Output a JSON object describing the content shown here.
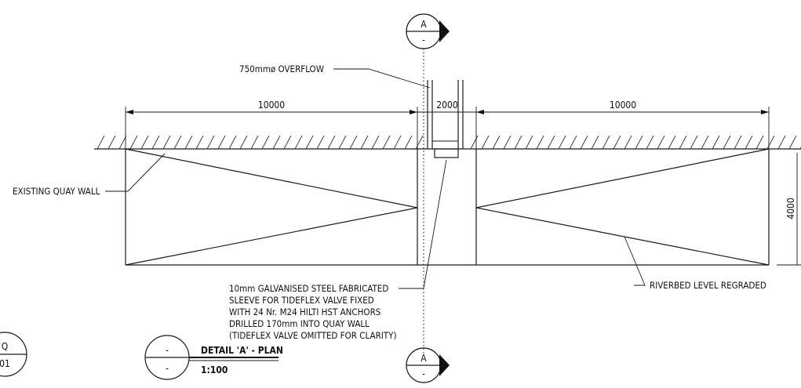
{
  "drawing": {
    "section_marker_top": {
      "letter": "A",
      "sub": "-"
    },
    "section_marker_bottom": {
      "letter": "A",
      "sub": "-"
    },
    "dimensions": {
      "left": "10000",
      "middle": "2000",
      "right": "10000",
      "vertical": "4000"
    },
    "labels": {
      "overflow": "750mmø OVERFLOW",
      "quay_wall": "EXISTING QUAY WALL",
      "riverbed": "RIVERBED LEVEL REGRADED",
      "sleeve_note": [
        "10mm GALVANISED STEEL FABRICATED",
        "SLEEVE FOR TIDEFLEX VALVE FIXED",
        "WITH 24 Nr. M24 HILTI HST ANCHORS",
        "DRILLED 170mm INTO QUAY WALL",
        "(TIDEFLEX VALVE OMITTED FOR CLARITY)"
      ]
    },
    "title_block": {
      "marker": "-",
      "title": "DETAIL 'A' - PLAN",
      "scale_marker": "-",
      "scale": "1:100"
    },
    "edge_bubble": {
      "top": "Q",
      "bottom": "01"
    }
  }
}
